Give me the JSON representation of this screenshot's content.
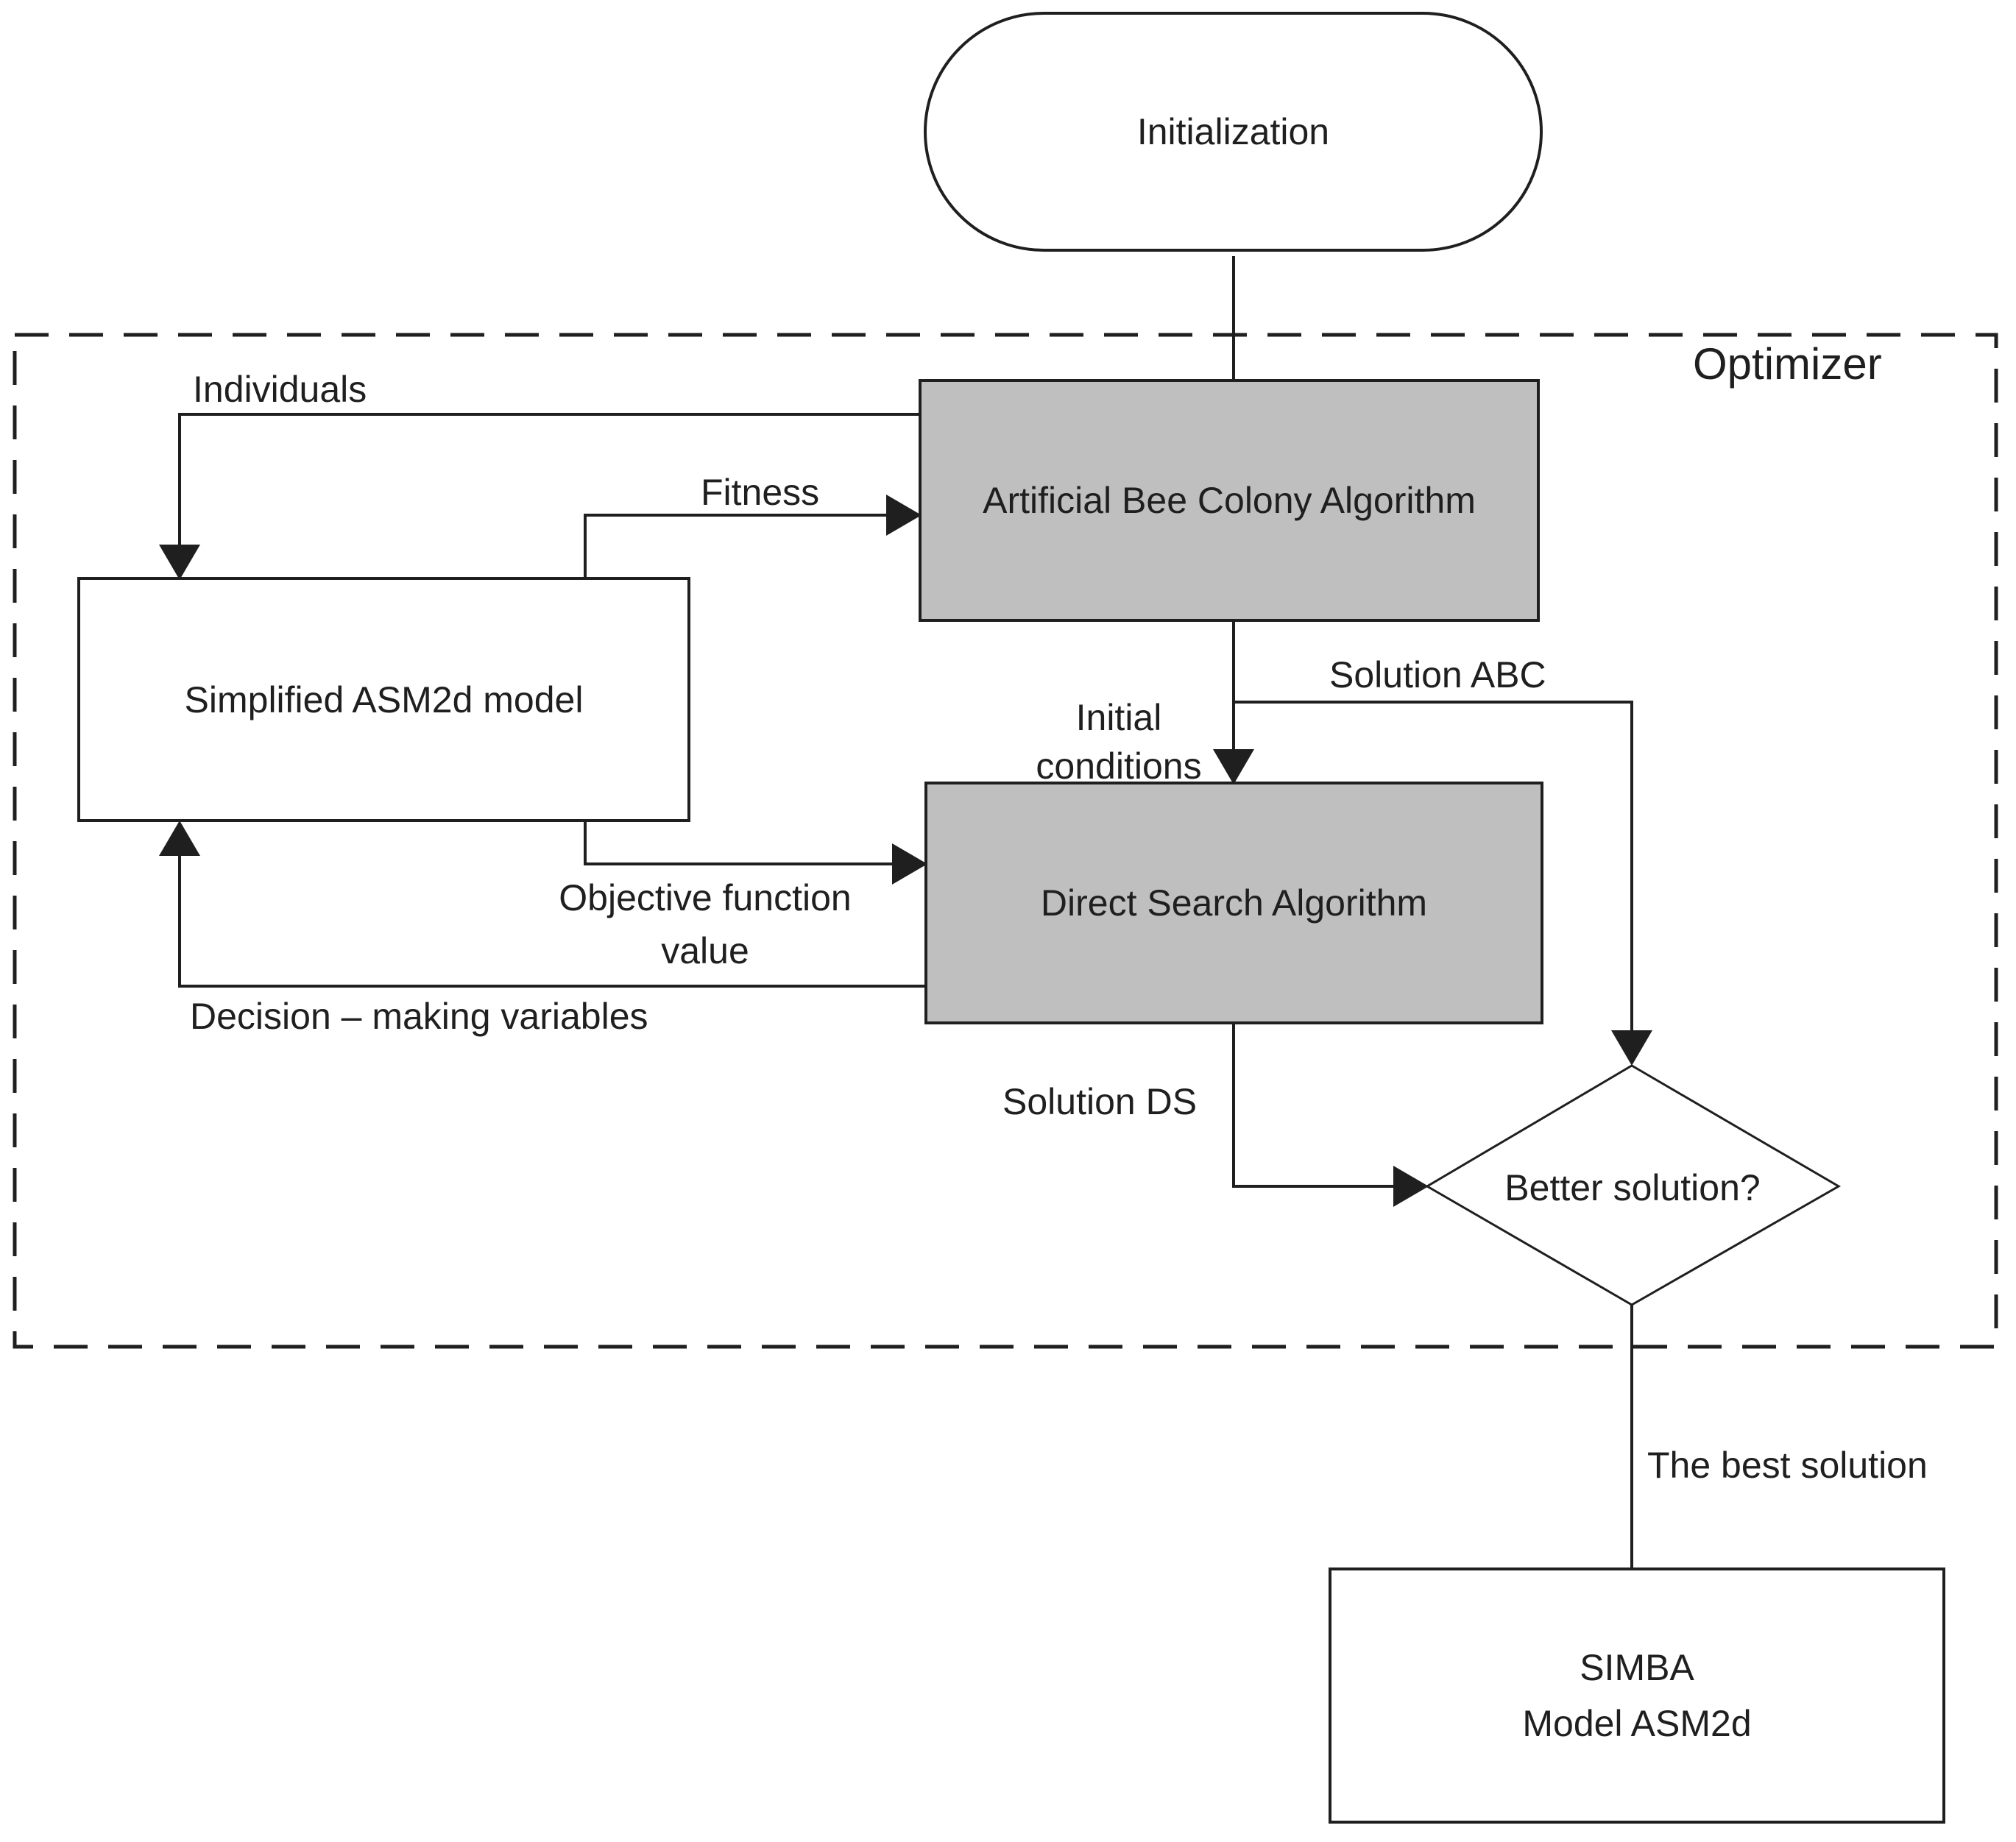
{
  "diagram": {
    "title_hint": "Hybrid ABC optimizer flowchart",
    "colors": {
      "stroke": "#1f1f1f",
      "node_gray": "#bfbfbf",
      "background": "#ffffff"
    },
    "container_label": "Optimizer",
    "nodes": {
      "initialization": "Initialization",
      "abc": "Artificial Bee Colony Algorithm",
      "asm2d": "Simplified ASM2d model",
      "direct_search": "Direct Search Algorithm",
      "better_solution": "Better solution?",
      "simba_line1": "SIMBA",
      "simba_line2": "Model ASM2d"
    },
    "edges": {
      "individuals": "Individuals",
      "fitness": "Fitness",
      "initial_conditions_line1": "Initial",
      "initial_conditions_line2": "conditions",
      "solution_abc": "Solution ABC",
      "objective_line1": "Objective function",
      "objective_line2": "value",
      "decision_making": "Decision – making variables",
      "solution_ds": "Solution DS",
      "best_solution": "The best solution"
    }
  }
}
